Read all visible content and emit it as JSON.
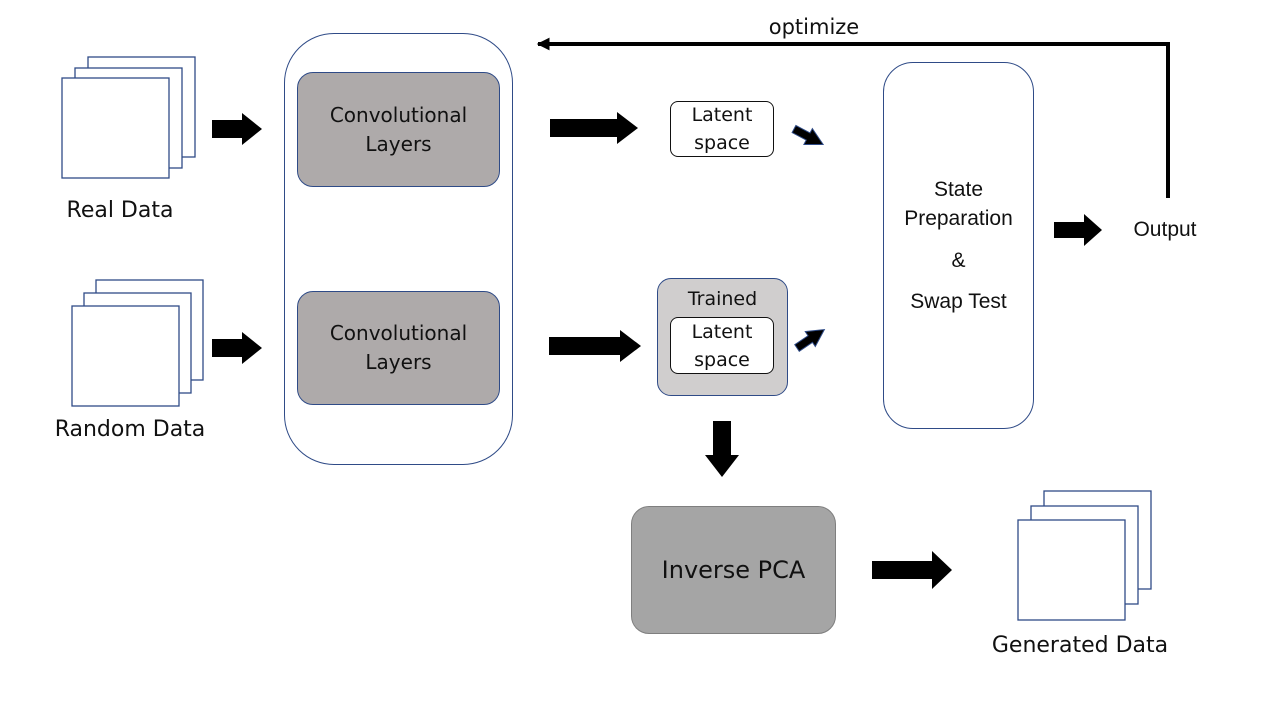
{
  "inputs": {
    "real_data": "Real Data",
    "random_data": "Random Data"
  },
  "encoder": {
    "top_block": [
      "Convolutional",
      "Layers"
    ],
    "bottom_block": [
      "Convolutional",
      "Layers"
    ]
  },
  "latent_space": [
    "Latent",
    "space"
  ],
  "trained_latent": {
    "title": "Trained",
    "inner": [
      "Latent",
      "space"
    ]
  },
  "state_preparation": {
    "line1": "State",
    "line2": "Preparation",
    "ampersand": "&",
    "line3": "Swap Test"
  },
  "output_label": "Output",
  "feedback_label": "optimize",
  "inverse_pca": "Inverse PCA",
  "generated_data": "Generated Data",
  "colors": {
    "box_border": "#2f4b87",
    "conv_fill": "#aeaaaa",
    "trained_fill": "#d0cece",
    "inverse_fill": "#a5a5a5",
    "arrow": "#000000"
  }
}
